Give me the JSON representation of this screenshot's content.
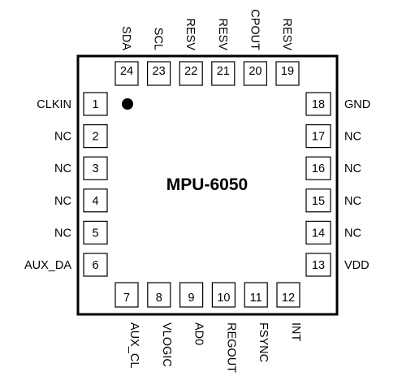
{
  "chip": {
    "name": "MPU-6050",
    "pin1_marker": "filled-dot"
  },
  "colors": {
    "outline": "#000000",
    "background": "#ffffff"
  },
  "pins": {
    "left": [
      {
        "num": "1",
        "label": "CLKIN"
      },
      {
        "num": "2",
        "label": "NC"
      },
      {
        "num": "3",
        "label": "NC"
      },
      {
        "num": "4",
        "label": "NC"
      },
      {
        "num": "5",
        "label": "NC"
      },
      {
        "num": "6",
        "label": "AUX_DA"
      }
    ],
    "bottom": [
      {
        "num": "7",
        "label": "AUX_CL"
      },
      {
        "num": "8",
        "label": "VLOGIC"
      },
      {
        "num": "9",
        "label": "AD0"
      },
      {
        "num": "10",
        "label": "REGOUT"
      },
      {
        "num": "11",
        "label": "FSYNC"
      },
      {
        "num": "12",
        "label": "INT"
      }
    ],
    "right": [
      {
        "num": "13",
        "label": "VDD"
      },
      {
        "num": "14",
        "label": "NC"
      },
      {
        "num": "15",
        "label": "NC"
      },
      {
        "num": "16",
        "label": "NC"
      },
      {
        "num": "17",
        "label": "NC"
      },
      {
        "num": "18",
        "label": "GND"
      }
    ],
    "top": [
      {
        "num": "19",
        "label": "RESV"
      },
      {
        "num": "20",
        "label": "CPOUT"
      },
      {
        "num": "21",
        "label": "RESV"
      },
      {
        "num": "22",
        "label": "RESV"
      },
      {
        "num": "23",
        "label": "SCL"
      },
      {
        "num": "24",
        "label": "SDA"
      }
    ]
  }
}
